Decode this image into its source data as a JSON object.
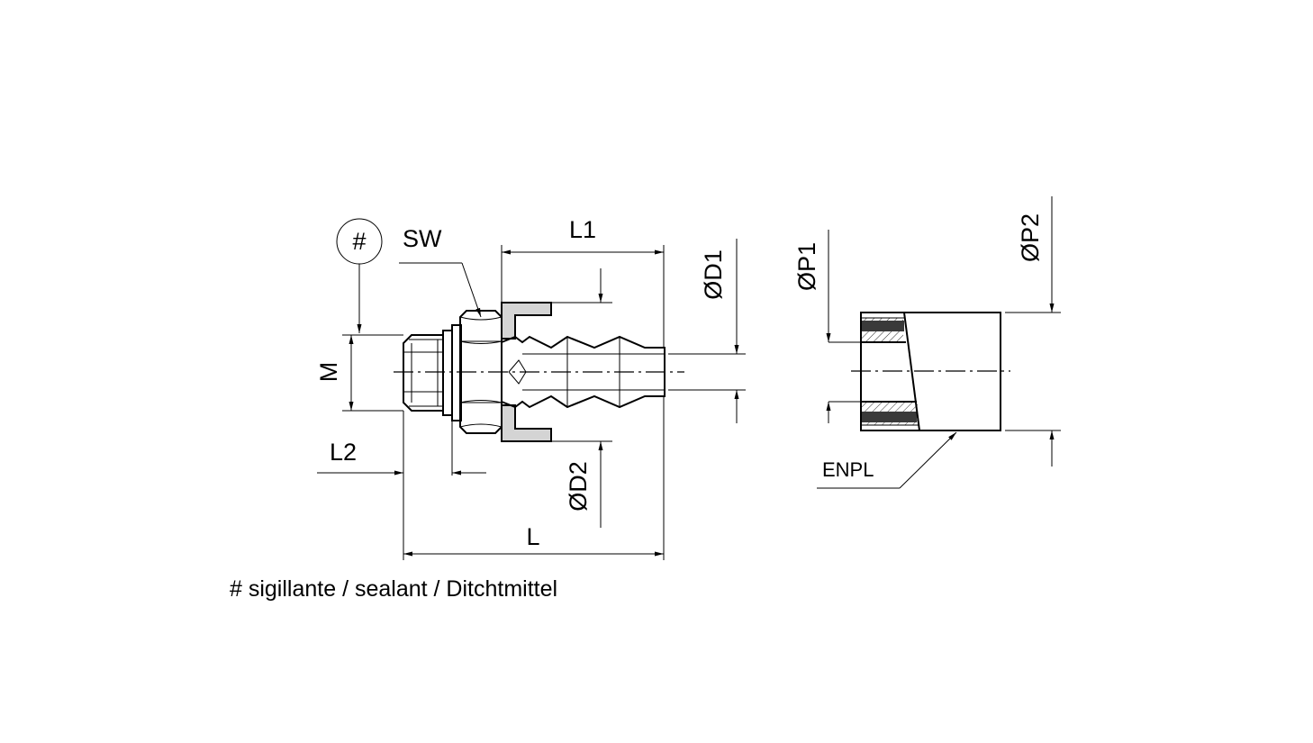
{
  "labels": {
    "hash": "#",
    "sw": "SW",
    "l1": "L1",
    "d1": "ØD1",
    "m": "M",
    "l2": "L2",
    "d2": "ØD2",
    "l": "L",
    "p1": "ØP1",
    "p2": "ØP2",
    "enpl": "ENPL"
  },
  "footnote": "# sigillante / sealant / Ditchtmittel",
  "colors": {
    "line": "#000000",
    "seal_fill": "#d4d4d4",
    "ring_fill": "#3a3a3a",
    "background": "#ffffff"
  }
}
